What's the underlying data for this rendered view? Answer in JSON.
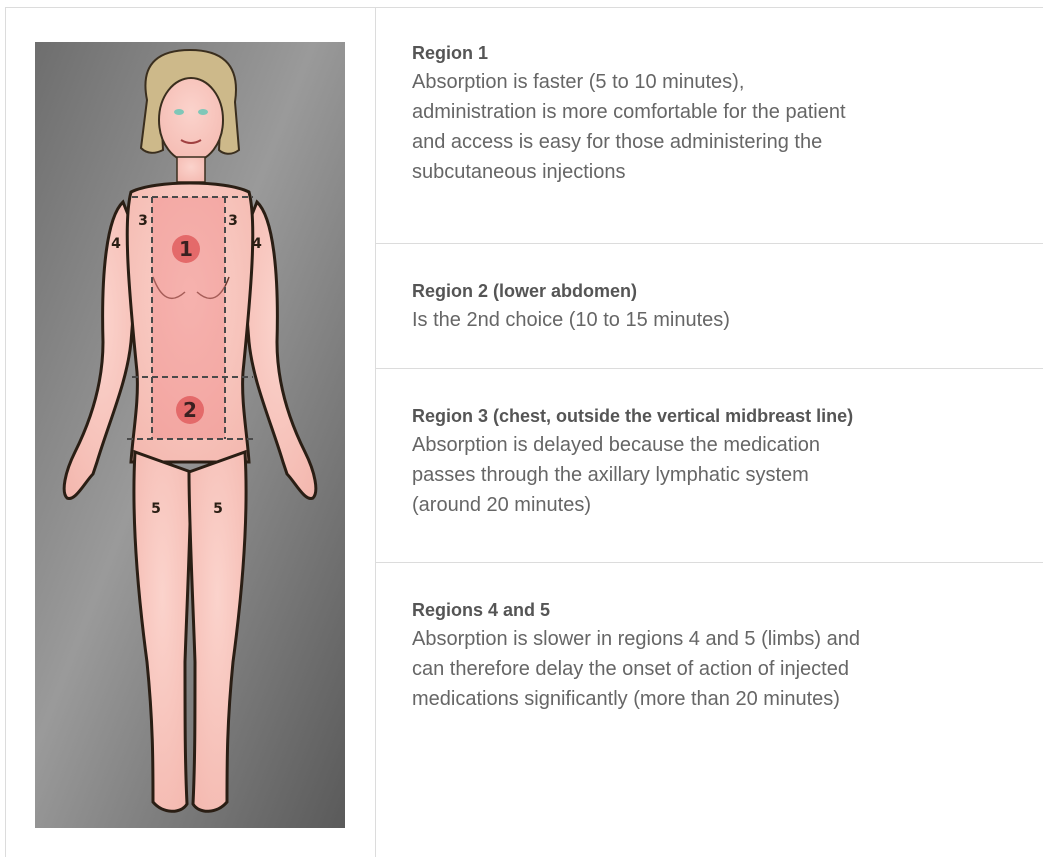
{
  "colors": {
    "border": "#dcdcdc",
    "text": "#666666",
    "heading": "#555555",
    "zone_fill": "#f08a8a",
    "label_circle": "#e46a6a"
  },
  "figure": {
    "icon": "body-injection-regions-illustration",
    "labels": {
      "r1": "1",
      "r2": "2",
      "r3_left": "3",
      "r3_right": "3",
      "r4_left": "4",
      "r4_right": "4",
      "r5_left": "5",
      "r5_right": "5"
    }
  },
  "regions": [
    {
      "title": "Region 1",
      "lines": [
        "Absorption is faster (5 to 10 minutes),",
        "administration is more comfortable for the patient",
        "and access is easy for those administering the",
        "subcutaneous injections"
      ]
    },
    {
      "title": "Region 2 (lower abdomen)",
      "lines": [
        "Is the 2nd choice (10 to 15 minutes)"
      ]
    },
    {
      "title": "Region 3 (chest, outside the vertical midbreast line)",
      "lines": [
        "Absorption is delayed because the medication",
        "passes through the axillary lymphatic system",
        "(around 20 minutes)"
      ]
    },
    {
      "title": "Regions 4 and 5",
      "lines": [
        "Absorption is slower in regions 4 and 5 (limbs) and",
        "can therefore delay the onset of action of injected",
        "medications significantly (more than 20 minutes)"
      ]
    }
  ]
}
